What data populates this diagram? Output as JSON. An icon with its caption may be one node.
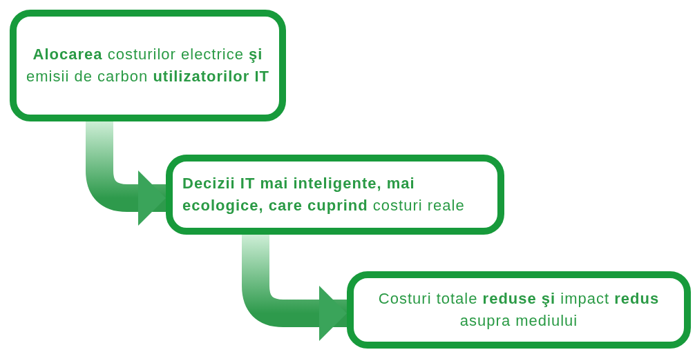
{
  "diagram": {
    "nodes": [
      {
        "text": [
          "**Alocarea** costurilor electrice **şi** emisii de carbon **utilizatorilor IT**"
        ]
      },
      {
        "text": [
          "**Decizii IT mai inteligente, mai ecologice, care cuprind** costuri reale"
        ]
      },
      {
        "text": [
          "Costuri totale **reduse şi** impact **redus** asupra mediului"
        ]
      }
    ],
    "edges": [
      {
        "from": 0,
        "to": 1,
        "arrow": "to"
      },
      {
        "from": 1,
        "to": 2,
        "arrow": "to"
      }
    ]
  }
}
